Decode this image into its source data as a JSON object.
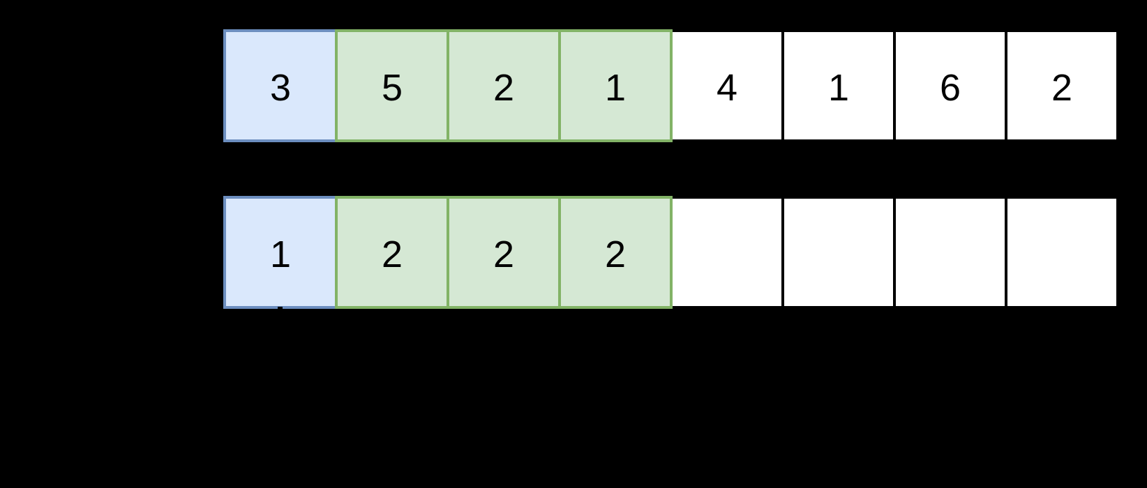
{
  "diagram": {
    "background": "#000000",
    "text_color": "#000000",
    "styles": {
      "blue": {
        "fill": "#dae8fc",
        "stroke": "#6c8ebf"
      },
      "green": {
        "fill": "#d5e8d4",
        "stroke": "#82b366"
      },
      "white": {
        "fill": "#ffffff",
        "stroke": "#000000"
      }
    },
    "rows": [
      {
        "name": "input-array",
        "cells": [
          {
            "value": "3",
            "style": "blue"
          },
          {
            "value": "5",
            "style": "green"
          },
          {
            "value": "2",
            "style": "green"
          },
          {
            "value": "1",
            "style": "green"
          },
          {
            "value": "4",
            "style": "white"
          },
          {
            "value": "1",
            "style": "white"
          },
          {
            "value": "6",
            "style": "white"
          },
          {
            "value": "2",
            "style": "white"
          }
        ]
      },
      {
        "name": "result-array",
        "cells": [
          {
            "value": "1",
            "style": "blue"
          },
          {
            "value": "2",
            "style": "green"
          },
          {
            "value": "2",
            "style": "green"
          },
          {
            "value": "2",
            "style": "green"
          },
          {
            "value": "",
            "style": "white"
          },
          {
            "value": "",
            "style": "white"
          },
          {
            "value": "",
            "style": "white"
          },
          {
            "value": "",
            "style": "white"
          }
        ]
      }
    ]
  }
}
